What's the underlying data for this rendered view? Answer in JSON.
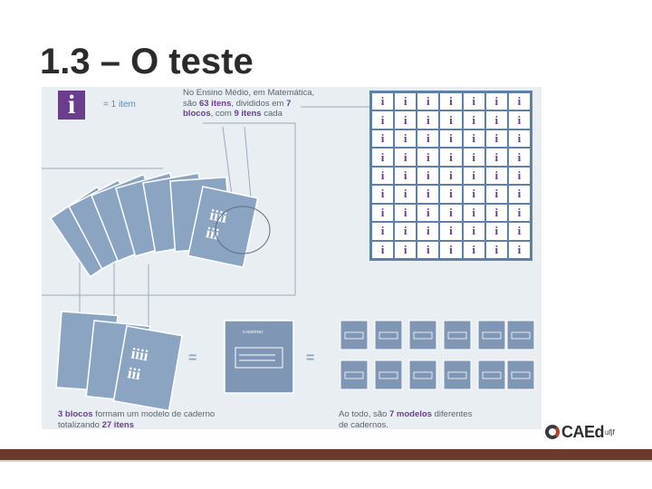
{
  "slide": {
    "title": "1.3 – O teste"
  },
  "infographic": {
    "item_glyph": "i",
    "item_legend": "= 1 item",
    "note": {
      "part1": "No Ensino Médio, em Matemática, são ",
      "items_highlight": "63 itens",
      "part2": ", divididos em ",
      "blocks_highlight": "7 blocos",
      "part3": ", com ",
      "per_block_highlight": "9 itens",
      "part4": " cada"
    },
    "grid": {
      "rows": 9,
      "cols": 7,
      "glyph": "i"
    },
    "block_cards": [
      {
        "glyph": "iiii"
      },
      {
        "glyph": "iii"
      }
    ],
    "notebook_label": "CADERNO",
    "equals": "=",
    "caption_left": {
      "part1": "3 blocos",
      "part2": " formam um modelo de caderno totalizando ",
      "part3": "27 itens"
    },
    "caption_right": {
      "part1": "Ao todo, são ",
      "part2": "7 modelos",
      "part3": " diferentes de cadernos."
    },
    "colors": {
      "purple": "#6a3d8e",
      "card_blue": "#8aa4c2",
      "background": "#e9eef3",
      "footer_brown": "#6b3a2a"
    }
  },
  "logo": {
    "text": "CAEd",
    "sub": "ufjf"
  }
}
